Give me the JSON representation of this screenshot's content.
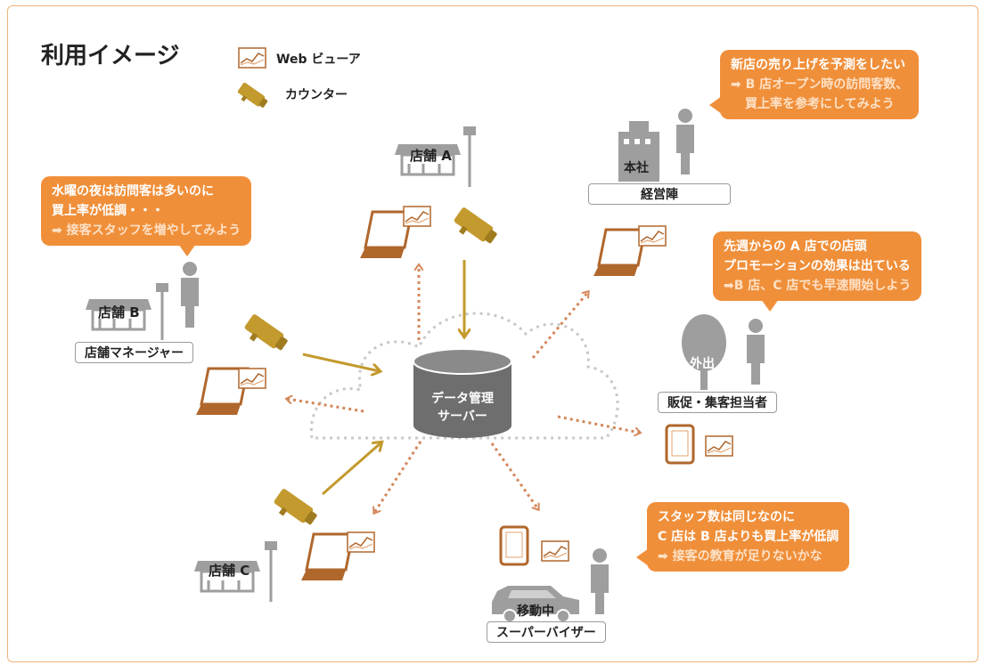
{
  "title": "利用イメージ",
  "legend": {
    "viewer": "Web ビューア",
    "counter": "カウンター"
  },
  "server": {
    "line1": "データ管理",
    "line2": "サーバー"
  },
  "stores": {
    "a": "店舗 A",
    "b": "店舗 B",
    "c": "店舗 C"
  },
  "roles": {
    "executive": "経営陣",
    "store_manager": "店舗マネージャー",
    "promotion": "販促・集客担当者",
    "supervisor": "スーパーバイザー"
  },
  "places": {
    "hq": "本社",
    "outside": "外出",
    "moving": "移動中"
  },
  "bubbles": {
    "executive": {
      "line1": "新店の売り上げを予測をしたい",
      "line2": "➡ B 店オープン時の訪問客数、",
      "line3": "買上率を参考にしてみよう"
    },
    "store_manager": {
      "line1": "水曜の夜は訪問客は多いのに",
      "line2": "買上率が低調・・・",
      "line3": "➡ 接客スタッフを増やしてみよう"
    },
    "promotion": {
      "line1": "先週からの A 店での店頭",
      "line2": "プロモーションの効果は出ている",
      "line3": "➡B 店、C 店でも早速開始しよう"
    },
    "supervisor": {
      "line1": "スタッフ数は同じなのに",
      "line2": "C 店は B 店よりも買上率が低調",
      "line3": "➡ 接客の教育が足りないかな"
    }
  },
  "colors": {
    "accent": "#f08f3a",
    "brown": "#b0672c",
    "gold": "#c39a2e",
    "gray": "#9e9e9e",
    "dark": "#6e6e6e"
  }
}
